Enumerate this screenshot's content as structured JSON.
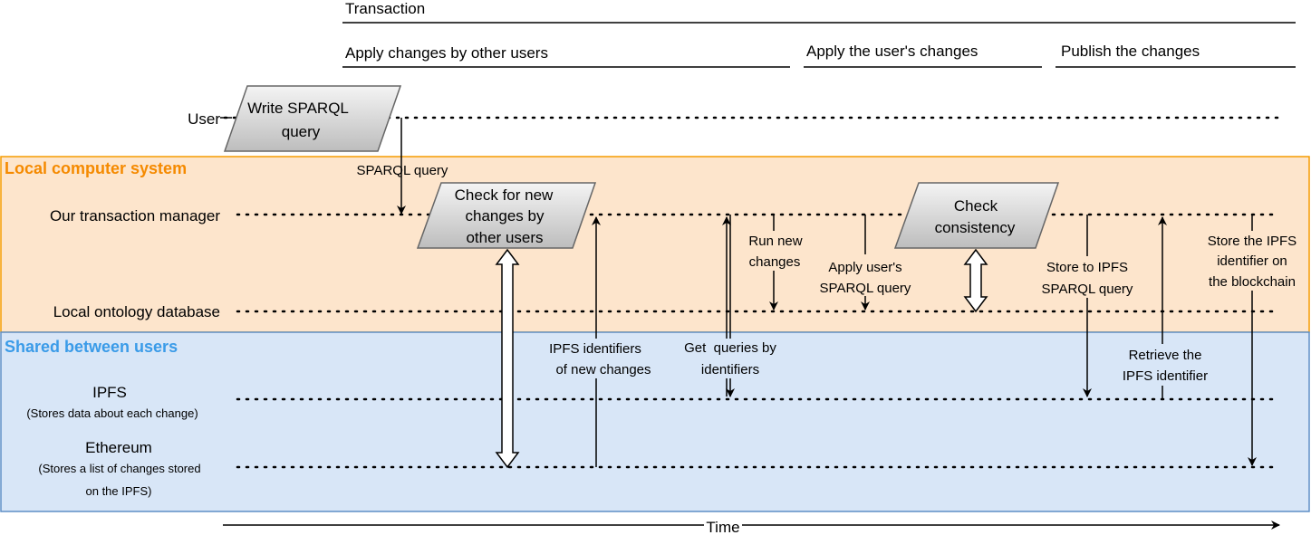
{
  "colors": {
    "local_fill": "#fde5cc",
    "local_stroke": "#f59c00",
    "local_title": "#f58a00",
    "shared_fill": "#d8e6f7",
    "shared_stroke": "#5f8fc6",
    "shared_title": "#3a9be8",
    "shape_fill_top": "#f4f4f4",
    "shape_fill_bottom": "#bdbdbd",
    "line": "#000000"
  },
  "phases": {
    "transaction": "Transaction",
    "apply_other": "Apply changes by other users",
    "apply_user": "Apply the user's changes",
    "publish": "Publish the changes"
  },
  "regions": {
    "local": "Local computer system",
    "shared": "Shared between users"
  },
  "lanes": {
    "user": "User",
    "manager": "Our transaction manager",
    "local_db": "Local ontology database",
    "ipfs": "IPFS",
    "ipfs_sub": "(Stores data about each change)",
    "ethereum": "Ethereum",
    "ethereum_sub1": "(Stores a list of changes stored",
    "ethereum_sub2": "on the IPFS)"
  },
  "shapes": {
    "write_query": [
      "Write SPARQL",
      "query"
    ],
    "check_new": [
      "Check for new",
      "changes by",
      "other users"
    ],
    "check_consistency": [
      "Check",
      "consistency"
    ]
  },
  "labels": {
    "sparql_query": "SPARQL query",
    "ipfs_ids": [
      "IPFS identifiers",
      "of new changes"
    ],
    "get_queries": [
      "Get  queries by",
      "identifiers"
    ],
    "run_new": [
      "Run new",
      "changes"
    ],
    "apply_users": [
      "Apply user's",
      "SPARQL query"
    ],
    "store_ipfs": [
      "Store to IPFS",
      "SPARQL query"
    ],
    "retrieve": [
      "Retrieve the",
      "IPFS identifier"
    ],
    "store_chain": [
      "Store the IPFS",
      "identifier on",
      "the blockchain"
    ]
  },
  "time_label": "Time"
}
